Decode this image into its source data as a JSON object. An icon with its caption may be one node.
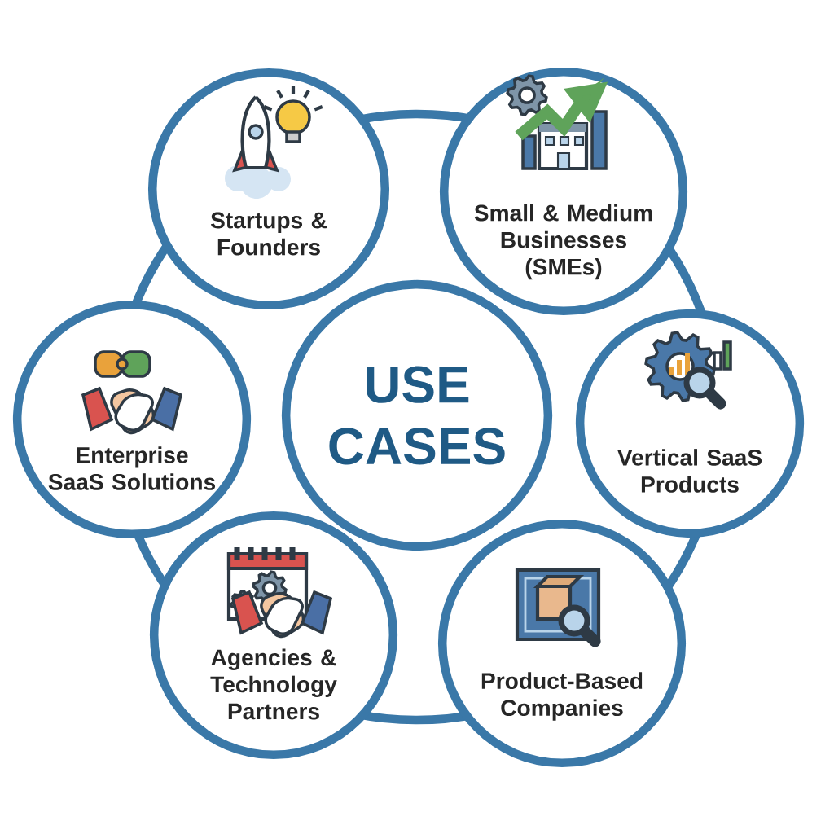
{
  "diagram": {
    "nodes": [
      {
        "text": [
          "Startups & Founders"
        ]
      },
      {
        "text": [
          "Small & Medium Businesses (SMEs)"
        ]
      },
      {
        "text": [
          "Enterprise SaaS Solutions"
        ]
      },
      {
        "text": [
          "USE CASES"
        ]
      },
      {
        "text": [
          "Vertical SaaS Products"
        ]
      },
      {
        "text": [
          "Agencies & Technology Partners"
        ]
      },
      {
        "text": [
          "Product-Based Companies"
        ]
      }
    ]
  }
}
